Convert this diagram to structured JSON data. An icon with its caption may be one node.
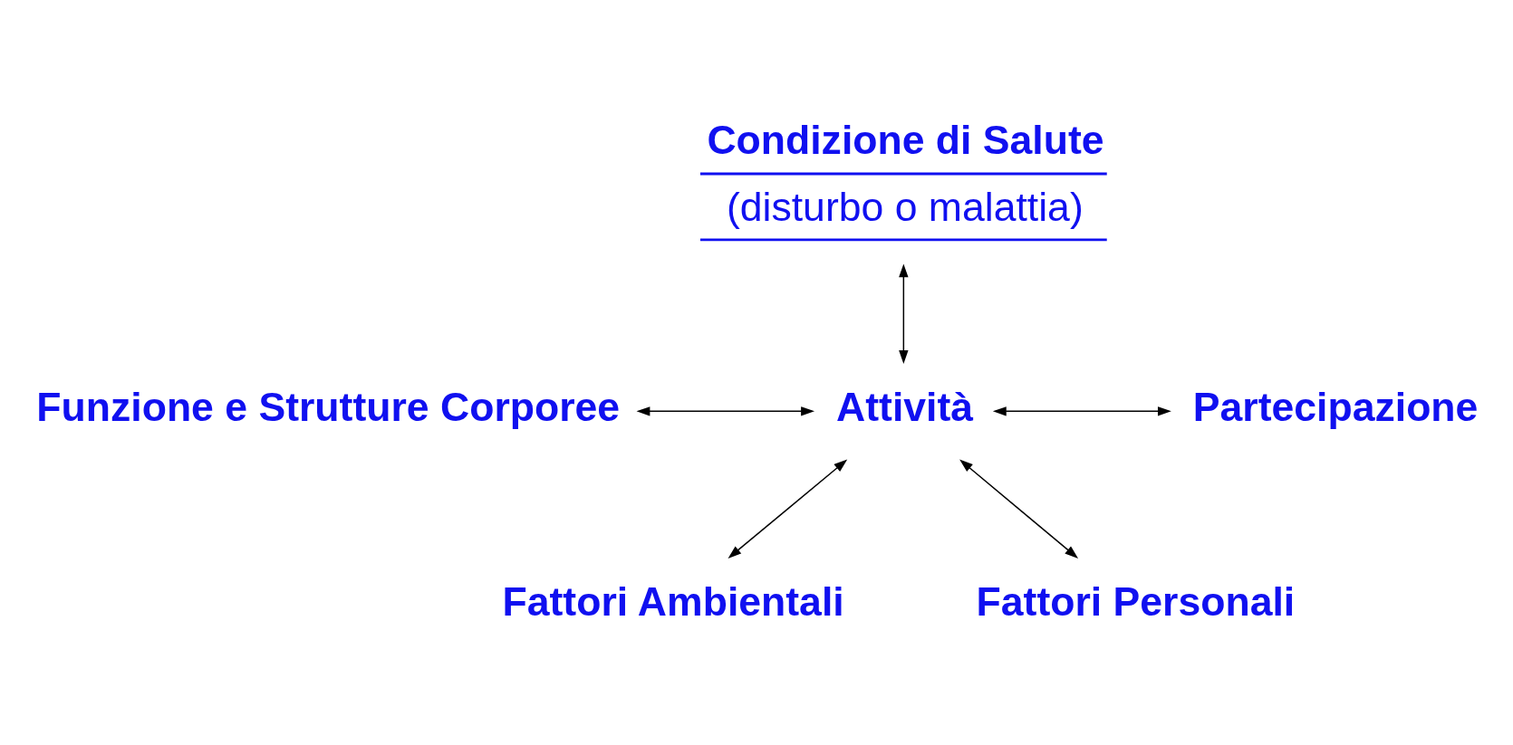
{
  "diagram": {
    "nodes": [
      {
        "text": [
          "Condizione di Salute",
          "(disturbo o malattia)"
        ]
      },
      {
        "text": [
          "Funzione e Strutture Corporee"
        ]
      },
      {
        "text": [
          "Attività"
        ]
      },
      {
        "text": [
          "Partecipazione"
        ]
      },
      {
        "text": [
          "Fattori Ambientali"
        ]
      },
      {
        "text": [
          "Fattori Personali"
        ]
      }
    ],
    "edges": [
      {
        "from": 0,
        "to": 2,
        "arrow": "both"
      },
      {
        "from": 1,
        "to": 2,
        "arrow": "both"
      },
      {
        "from": 2,
        "to": 3,
        "arrow": "both"
      },
      {
        "from": 2,
        "to": 4,
        "arrow": "both"
      },
      {
        "from": 2,
        "to": 5,
        "arrow": "both"
      }
    ]
  }
}
